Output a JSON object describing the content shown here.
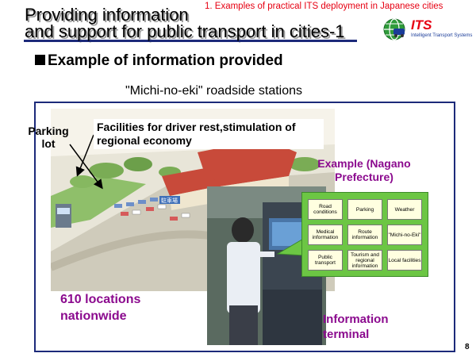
{
  "header": {
    "subtitle": "1. Examples of practical ITS deployment in Japanese cities",
    "title_line1": "Providing information",
    "title_line2": "and support for public transport in cities-1"
  },
  "logo": {
    "text": "ITS",
    "subtext": "Intelligent Transport Systems"
  },
  "section": {
    "heading": "Example of information provided"
  },
  "main": {
    "heading": "\"Michi-no-eki\" roadside stations",
    "label_parking": "Parking lot",
    "label_facilities": "Facilities for driver rest,stimulation of regional economy",
    "label_example": "Example (Nagano Prefecture)",
    "label_locations": "610 locations nationwide",
    "label_terminal": "Information terminal",
    "photo_sign": "駐車場"
  },
  "menu": {
    "buttons": [
      "Road conditions",
      "Parking",
      "Weather",
      "Medical information",
      "Route information",
      "\"Michi-no-Eki\"",
      "Public transport",
      "Tourism and regional information",
      "Local facilities"
    ]
  },
  "footer": {
    "page_number": "8"
  },
  "colors": {
    "accent_red": "#e60012",
    "navy": "#1c2a7a",
    "magenta": "#8b0a8e",
    "menu_green": "#6cc644"
  }
}
